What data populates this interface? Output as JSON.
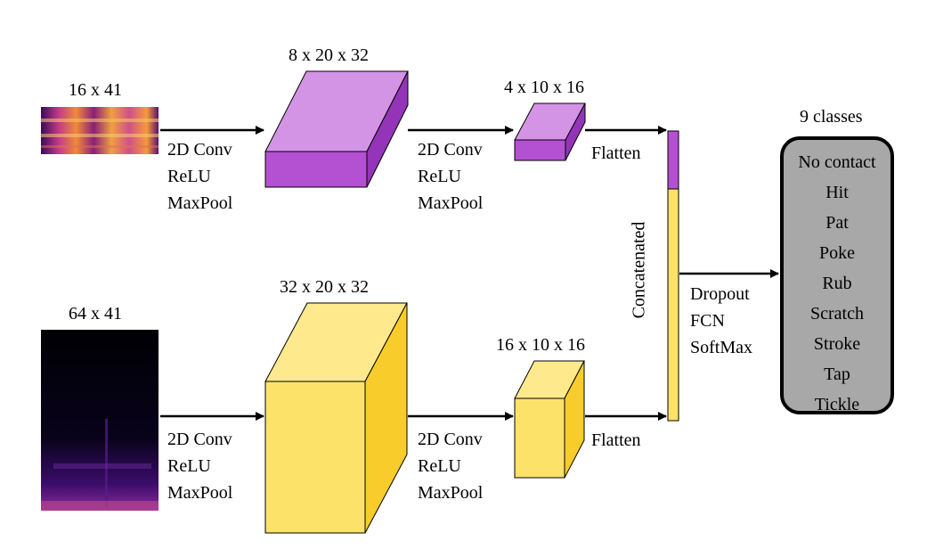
{
  "inputs": {
    "top": {
      "shape_label": "16 x 41"
    },
    "bottom": {
      "shape_label": "64 x 41"
    }
  },
  "layers": {
    "top_conv": "8 x 20 x 32",
    "top_pool": "4 x 10 x 16",
    "bottom_conv": "32 x 20 x 32",
    "bottom_pool": "16 x 10 x 16"
  },
  "operations": {
    "conv_block": [
      "2D Conv",
      "ReLU",
      "MaxPool"
    ],
    "flatten": "Flatten",
    "head": [
      "Dropout",
      "FCN",
      "SoftMax"
    ]
  },
  "concat_label": "Concatenated",
  "output": {
    "title": "9 classes",
    "classes": [
      "No contact",
      "Hit",
      "Pat",
      "Poke",
      "Rub",
      "Scratch",
      "Stroke",
      "Tap",
      "Tickle"
    ]
  },
  "colors": {
    "purple_front": "#b450d2",
    "purple_top": "#d494e6",
    "purple_side": "#9434b8",
    "yellow_front": "#fde26a",
    "yellow_top": "#fee98c",
    "yellow_side": "#f8cc2a",
    "class_box": "#a8a8a8"
  }
}
